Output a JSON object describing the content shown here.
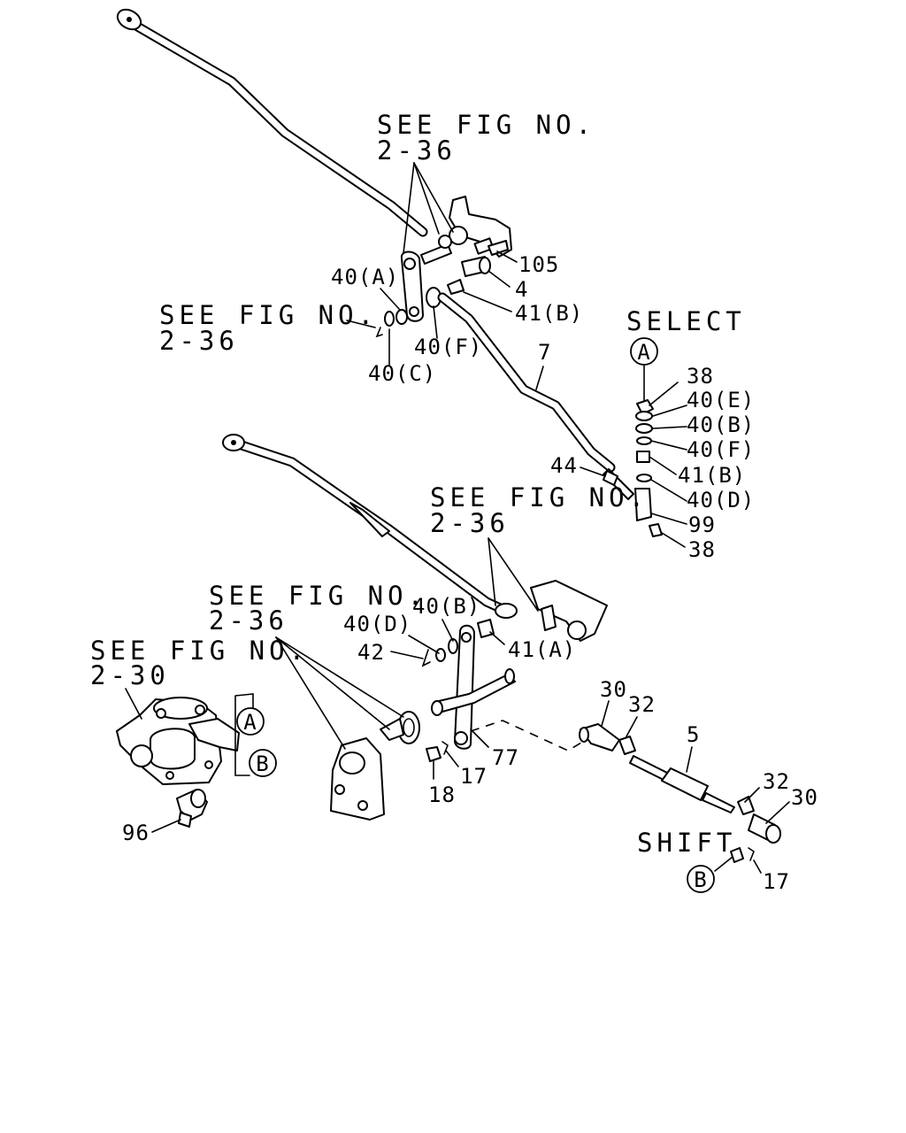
{
  "references": [
    {
      "line1": "SEE FIG NO.",
      "line2": "2-36"
    },
    {
      "line1": "SEE FIG NO.",
      "line2": "2-36"
    },
    {
      "line1": "SEE FIG NO.",
      "line2": "2-36"
    },
    {
      "line1": "SEE FIG NO.",
      "line2": "2-36"
    },
    {
      "line1": "SEE FIG NO.",
      "line2": "2-30"
    }
  ],
  "headings": {
    "select": "SELECT",
    "shift": "SHIFT"
  },
  "markers": {
    "a": "A",
    "b": "B"
  },
  "labels": {
    "l105": "105",
    "l4": "4",
    "l40A_top": "40(A)",
    "l41B_top": "41(B)",
    "l40F_top": "40(F)",
    "l40C": "40(C)",
    "l7": "7",
    "l38_top": "38",
    "l40E": "40(E)",
    "l40B_sel": "40(B)",
    "l40F_sel": "40(F)",
    "l41B_sel": "41(B)",
    "l44": "44",
    "l40D_sel": "40(D)",
    "l99": "99",
    "l38_bot": "38",
    "l40B_mid": "40(B)",
    "l40D_mid": "40(D)",
    "l41A": "41(A)",
    "l42": "42",
    "l30_left": "30",
    "l32_left": "32",
    "l5": "5",
    "l77": "77",
    "l17_mid": "17",
    "l18": "18",
    "l32_right": "32",
    "l30_right": "30",
    "l96": "96",
    "l17_shift": "17"
  }
}
